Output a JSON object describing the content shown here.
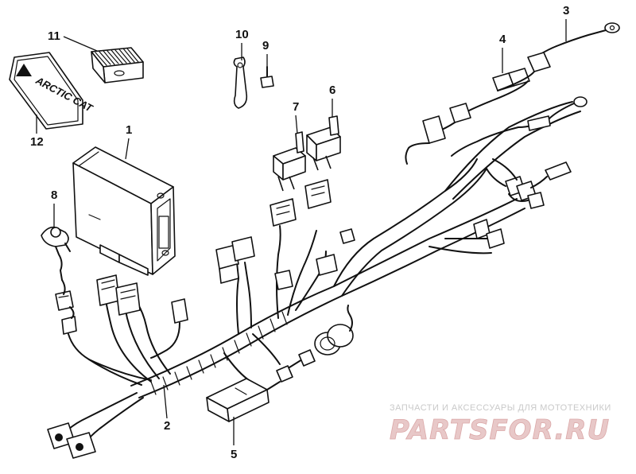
{
  "diagram": {
    "callouts": [
      {
        "id": "c1",
        "label": "1"
      },
      {
        "id": "c2",
        "label": "2"
      },
      {
        "id": "c3",
        "label": "3"
      },
      {
        "id": "c4",
        "label": "4"
      },
      {
        "id": "c5",
        "label": "5"
      },
      {
        "id": "c6",
        "label": "6"
      },
      {
        "id": "c7",
        "label": "7"
      },
      {
        "id": "c8",
        "label": "8"
      },
      {
        "id": "c9",
        "label": "9"
      },
      {
        "id": "c10",
        "label": "10"
      },
      {
        "id": "c11",
        "label": "11"
      },
      {
        "id": "c12",
        "label": "12"
      }
    ],
    "label_plate_text": "ARCTIC CAT"
  },
  "watermark": {
    "tagline": "ЗАПЧАСТИ И АКСЕССУАРЫ ДЛЯ МОТОТЕХНИКИ",
    "logo": "PARTSFOR.RU",
    "colors": {
      "tagline": "#c9c9c9",
      "logo_fill": "#e8c8c8",
      "logo_stroke": "#dba8a8"
    }
  }
}
